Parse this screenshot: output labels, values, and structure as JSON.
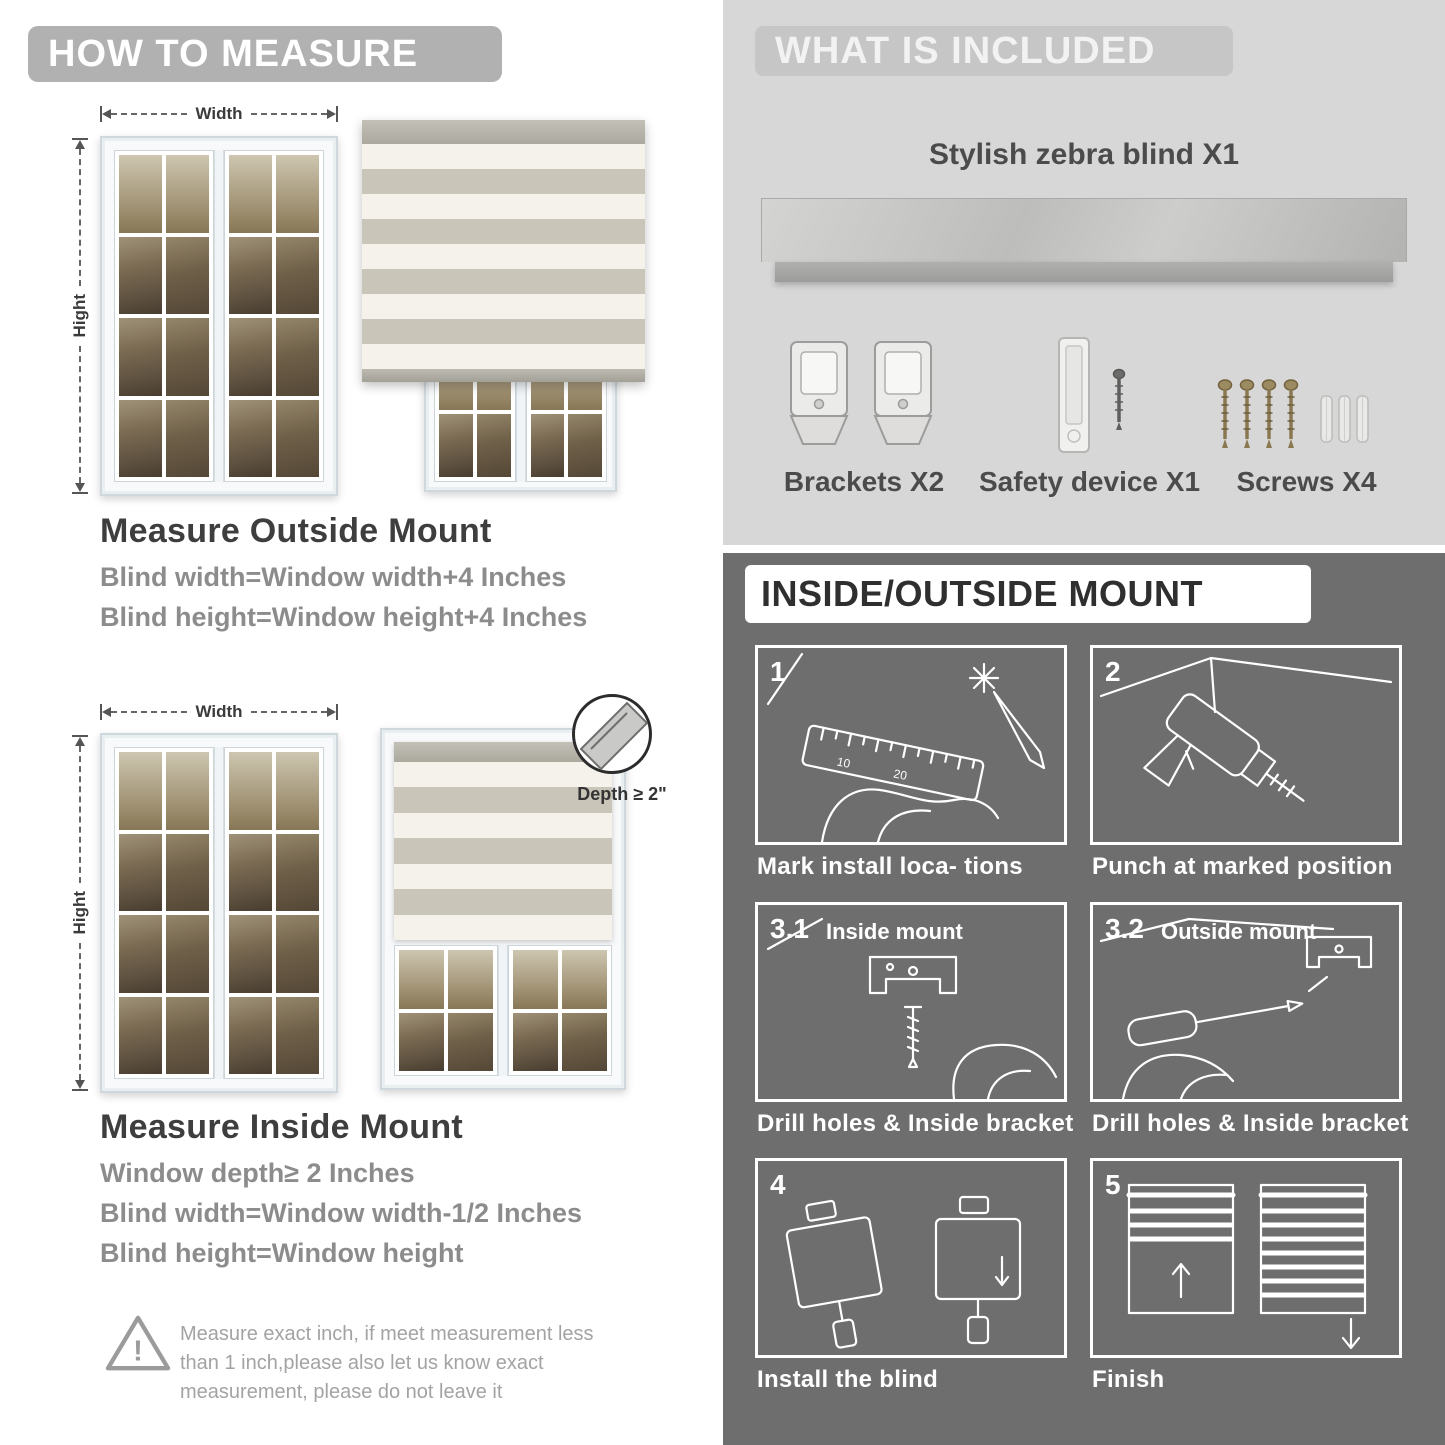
{
  "colors": {
    "left_header_bg": "#b1b1b1",
    "included_bg": "#d7d7d7",
    "included_header_bg": "#c6c6c6",
    "mount_bg": "#6e6e6e",
    "heading_text": "#3e3e3e",
    "subtext": "#8c8c8c",
    "stripe_dark": "#c9c5b9",
    "stripe_light": "#f4f2ea"
  },
  "measure": {
    "header": "HOW TO MEASURE",
    "outside": {
      "width_label": "Width",
      "height_label": "Hight",
      "title": "Measure Outside Mount",
      "lines": [
        "Blind width=Window width+4 Inches",
        "Blind height=Window height+4 Inches"
      ]
    },
    "inside": {
      "width_label": "Width",
      "height_label": "Hight",
      "depth_note": "Depth ≥ 2\"",
      "title": "Measure Inside Mount",
      "lines": [
        "Window depth≥ 2 Inches",
        "Blind width=Window width-1/2 Inches",
        "Blind height=Window height"
      ]
    },
    "warning_lines": [
      "Measure exact inch, if meet measurement less",
      "than 1 inch,please also let us know exact",
      "measurement, please do not leave it"
    ]
  },
  "included": {
    "header": "WHAT IS INCLUDED",
    "product_label": "Stylish zebra blind X1",
    "items": [
      {
        "label": "Brackets X2",
        "icon": "brackets-icon"
      },
      {
        "label": "Safety device X1",
        "icon": "safety-device-icon"
      },
      {
        "label": "Screws X4",
        "icon": "screws-icon"
      }
    ]
  },
  "mount": {
    "header": "INSIDE/OUTSIDE MOUNT",
    "steps": [
      {
        "num": "1",
        "label": "",
        "caption": "Mark install loca- tions"
      },
      {
        "num": "2",
        "label": "",
        "caption": "Punch at  marked position"
      },
      {
        "num": "3.1",
        "label": "Inside mount",
        "caption": "Drill holes &  Inside bracket"
      },
      {
        "num": "3.2",
        "label": "Outside mount",
        "caption": "Drill holes &  Inside bracket"
      },
      {
        "num": "4",
        "label": "",
        "caption": "Install the blind"
      },
      {
        "num": "5",
        "label": "",
        "caption": "Finish"
      }
    ]
  }
}
